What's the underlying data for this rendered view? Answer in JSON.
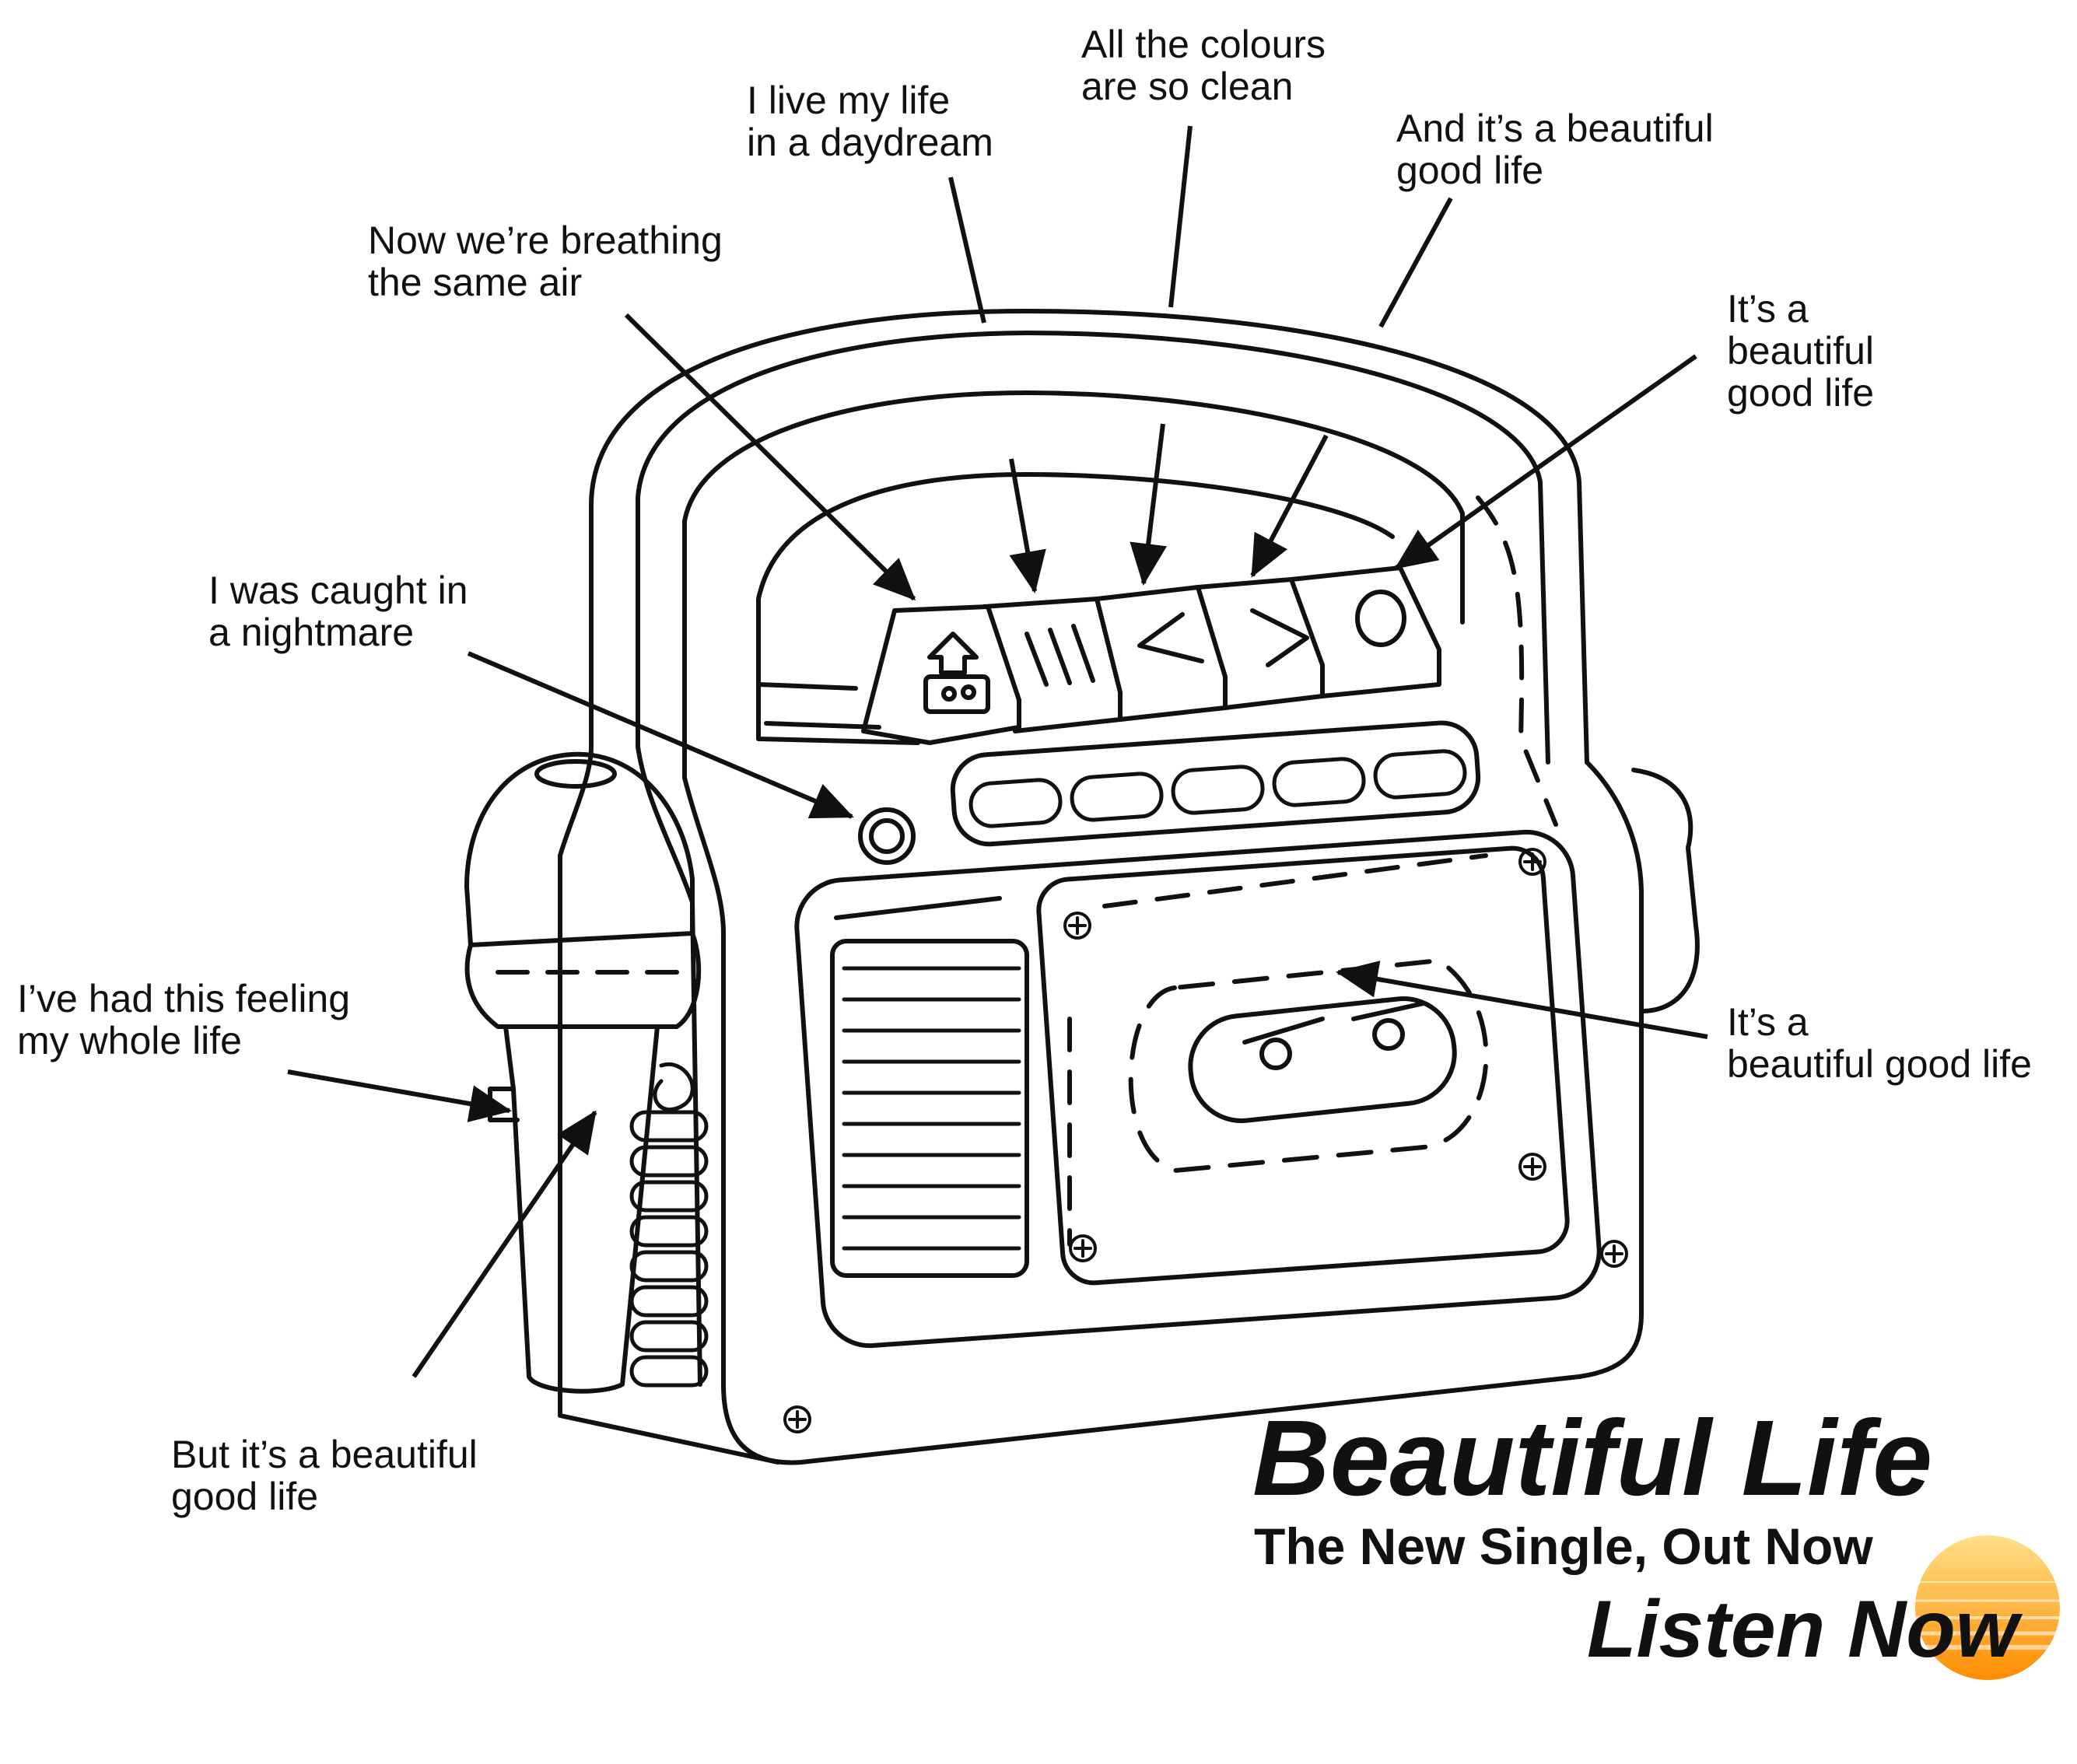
{
  "lyrics": {
    "l1": [
      "I live my life",
      "in a daydream"
    ],
    "l2": [
      "All the colours",
      "are so clean"
    ],
    "l3": [
      "And it’s a beautiful",
      "good life"
    ],
    "l4": [
      "Now we’re breathing",
      "the same air"
    ],
    "l5": [
      "It’s a",
      "beautiful",
      "good life"
    ],
    "l6": [
      "I was caught in",
      "a nightmare"
    ],
    "l7": [
      "I’ve had this feeling",
      "my whole life"
    ],
    "l8": [
      "It’s a",
      "beautiful good life"
    ],
    "l9": [
      "But it’s a beautiful",
      "good life"
    ]
  },
  "promo": {
    "title": "Beautiful Life",
    "subtitle": "The New Single, Out Now",
    "cta": "Listen Now"
  },
  "colors": {
    "ink": "#111111",
    "sun_top": "#FFE08A",
    "sun_bottom": "#FF8C00"
  },
  "icons": [
    "eject-icon",
    "pause-icon",
    "rewind-icon",
    "forward-icon",
    "record-icon",
    "sun-icon",
    "microphone-icon",
    "cassette-icon"
  ]
}
